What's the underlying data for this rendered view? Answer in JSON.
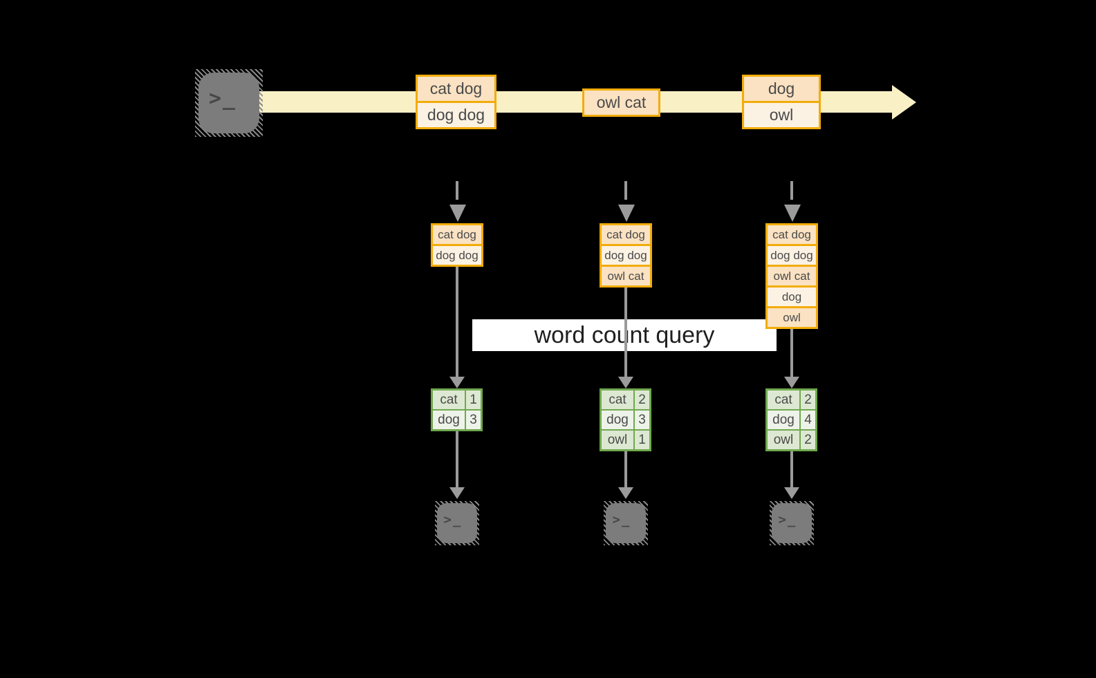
{
  "diagram": {
    "description_tag": "streaming-word-count",
    "query_label": "word count query",
    "terminal_glyph": ">_",
    "palette": {
      "background": "#000000",
      "stream_band": "#FAF0C6",
      "batch_border": "#F2AC0A",
      "batch_fill_peach": "#FAE2C2",
      "batch_fill_cream": "#FCF2E3",
      "table_border": "#70A84E",
      "table_fill_dark": "#DDE8D2",
      "table_fill_light": "#EEF3E9",
      "arrow_gray": "#9B9B9B",
      "terminal_gray": "#7C7C7C",
      "query_band_bg": "#FFFFFF"
    },
    "timeline": {
      "batches": [
        {
          "cells": [
            "cat dog",
            "dog dog"
          ]
        },
        {
          "cells": [
            "owl cat"
          ]
        },
        {
          "cells": [
            "dog",
            "owl"
          ]
        }
      ]
    },
    "columns": [
      {
        "micro_batch": [
          "cat dog",
          "dog dog"
        ],
        "word_counts": [
          [
            "cat",
            "1"
          ],
          [
            "dog",
            "3"
          ]
        ]
      },
      {
        "micro_batch": [
          "cat dog",
          "dog dog",
          "owl cat"
        ],
        "word_counts": [
          [
            "cat",
            "2"
          ],
          [
            "dog",
            "3"
          ],
          [
            "owl",
            "1"
          ]
        ]
      },
      {
        "micro_batch": [
          "cat dog",
          "dog dog",
          "owl cat",
          "dog",
          "owl"
        ],
        "word_counts": [
          [
            "cat",
            "2"
          ],
          [
            "dog",
            "4"
          ],
          [
            "owl",
            "2"
          ]
        ]
      }
    ]
  }
}
